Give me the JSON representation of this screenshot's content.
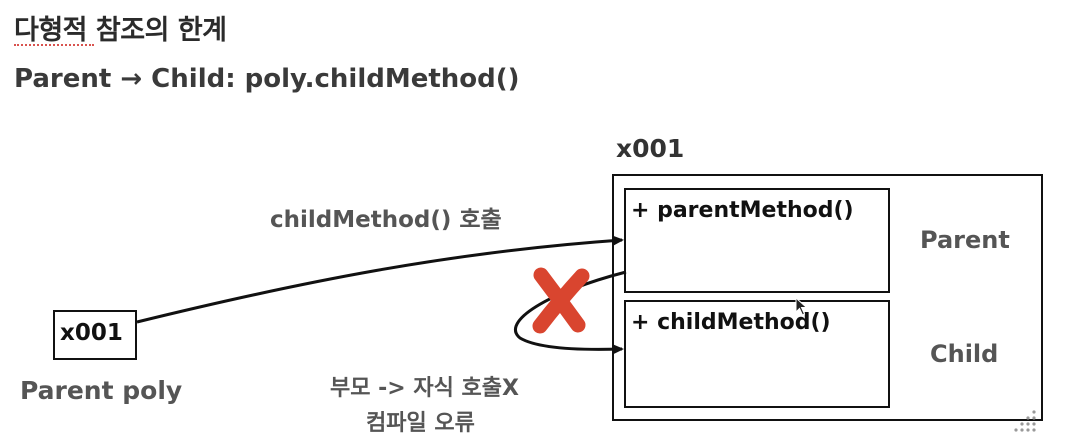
{
  "title": {
    "main": "다형적 참조의 한계",
    "sub": "Parent → Child: poly.childMethod()"
  },
  "instance": {
    "address": "x001",
    "parent": {
      "method": "+ parentMethod()",
      "label": "Parent"
    },
    "child": {
      "method": "+ childMethod()",
      "label": "Child"
    }
  },
  "variable": {
    "value": "x001",
    "label": "Parent poly"
  },
  "arrow": {
    "call_label": "childMethod() 호출"
  },
  "error": {
    "line1": "부모 -> 자식 호출X",
    "line2": "컴파일 오류"
  },
  "colors": {
    "error_mark": "#d9452f",
    "text_gray": "#555555",
    "stroke": "#111111",
    "underline": "#d9534f"
  },
  "icons": [
    "cross-mark-icon",
    "mouse-cursor-icon",
    "resize-grip-icon"
  ]
}
